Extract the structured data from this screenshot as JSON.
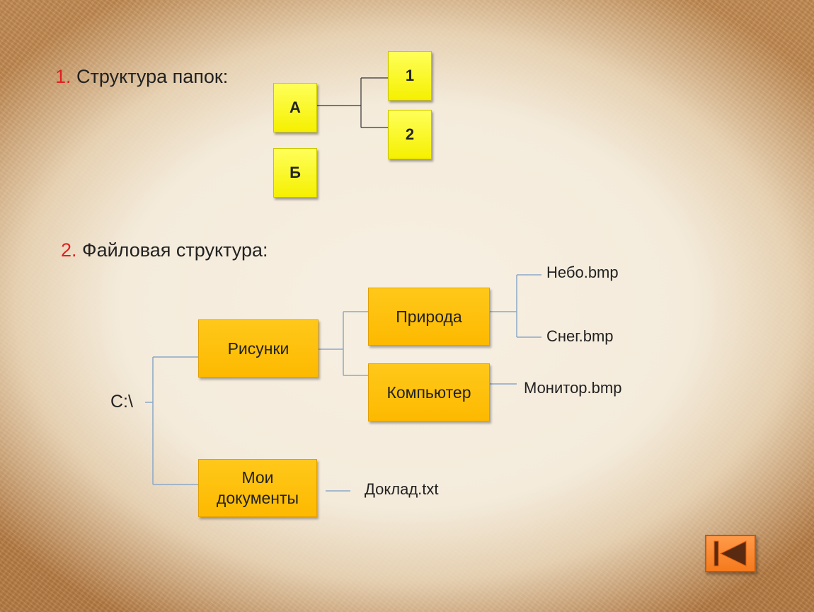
{
  "section1": {
    "number": "1.",
    "title": "Структура папок:"
  },
  "section2": {
    "number": "2.",
    "title": "Файловая структура:"
  },
  "folders": {
    "a": "А",
    "b": "Б",
    "one": "1",
    "two": "2"
  },
  "files": {
    "root": "С:\\",
    "pictures": "Рисунки",
    "nature": "Природа",
    "computer": "Компьютер",
    "my_documents": "Мои документы",
    "sky": "Небо.bmp",
    "snow": "Снег.bmp",
    "monitor": "Монитор.bmp",
    "report": "Доклад.txt"
  },
  "colors": {
    "number": "#e0201f",
    "folder_box": "#ffff00",
    "file_box": "#ffc000",
    "lines": "#8aa8c8",
    "button": "#f57a1c"
  },
  "navigation": {
    "back_icon": "skip-back-icon"
  }
}
